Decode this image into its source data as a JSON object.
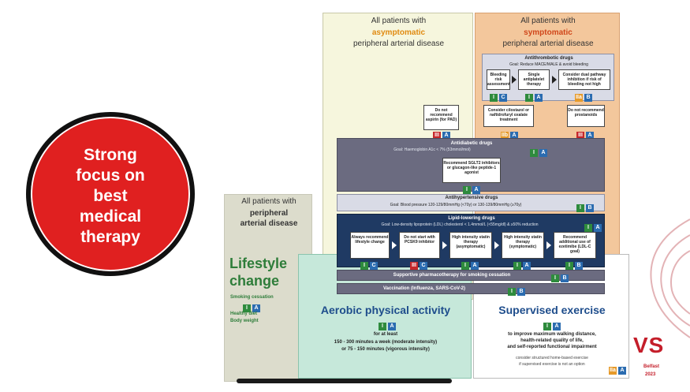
{
  "badge": {
    "strong_focus": "Strong focus on best medical therapy"
  },
  "peripheral": {
    "header_line1": "All patients with",
    "header_bold": "peripheral",
    "header_line3": "arterial disease",
    "lifestyle_title": "Lifestyle change",
    "smoking": "Smoking cessation",
    "healthy_diet": "Healthy diet",
    "body_weight": "Body weight"
  },
  "asymptomatic": {
    "line1": "All patients with",
    "keyword": "asymptomatic",
    "line3": "peripheral arterial disease",
    "aspirin_box": "Do not recommend aspirin (for PAD)"
  },
  "symptomatic": {
    "line1": "All patients with",
    "keyword": "symptomatic",
    "line3": "peripheral arterial disease",
    "antithrombotic_title": "Antithrombotic drugs",
    "antithrombotic_goal": "Goal: Reduce MACE/MALE & avoid bleeding",
    "flow": [
      "Bleeding risk assessment",
      "Single antiplatelet therapy",
      "Consider dual pathway inhibition if risk of bleeding not high"
    ],
    "cilostazol": "Consider cilostazol or naftidrofuryl oxalate treatment",
    "prostanoids": "Do not recommend prostanoids"
  },
  "bars": {
    "antidiabetic_title": "Antidiabetic drugs",
    "antidiabetic_goal": "Goal: Haemoglobin A1c < 7% (53mmol/mol)",
    "sglt2": "Recommend SGLT2 inhibitors or glucagon-like peptide-1 agonist",
    "antihypertensive_title": "Antihypertensive drugs",
    "antihypertensive_goal": "Goal: Blood pressure 120-129/80mmHg (<70y) or 130-139/80mmHg (≥70y)",
    "lipid_title": "Lipid-lowering drugs",
    "lipid_goal": "Goal: Low-density lipoprotein (LDL) cholesterol < 1.4mmol/L (<55mg/dl) & ≥50% reduction",
    "lipid_flow": [
      "Always recommend lifestyle change",
      "Do not start with PCSK9 inhibitor",
      "High intensity statin therapy (asymptomatic)",
      "High intensity statin therapy (symptomatic)",
      "Recommend additional use of ezetimibe (LDL-C goal)"
    ],
    "smoking_pharma": "Supportive pharmacotherapy for smoking cessation",
    "vaccination": "Vaccination (Influenza, SARS-CoV-2)"
  },
  "aerobic": {
    "title": "Aerobic physical activity",
    "at_least": "for at least",
    "line1": "150 - 300 minutes a week (moderate intensity)",
    "line2": "or 75 - 150 minutes (vigorous intensity)"
  },
  "supervised": {
    "title": "Supervised exercise",
    "line1": "to improve maximum walking distance,",
    "line2": "health-related quality of life,",
    "line3": "and self-reported functional impairment",
    "note1": "consider structured home-based exercise",
    "note2": "if supervised exercise is not an option"
  },
  "logo": {
    "letters": "VS",
    "city": "Belfast",
    "year": "2023"
  },
  "colors": {
    "red_circle": "#e02020",
    "peripheral_bg": "#dcdccc",
    "asym_bg": "#f6f6dd",
    "sym_bg": "#f3c79c",
    "green_title": "#2e7d3a",
    "blue_title": "#1e4d8c",
    "bar_slate": "#6b6b80",
    "bar_navy": "#1f3a63",
    "logo_red": "#c41e2a"
  }
}
